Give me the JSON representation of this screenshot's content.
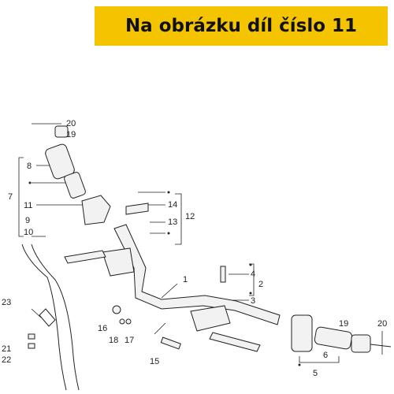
{
  "banner": {
    "text": "Na obrázku díl číslo 11",
    "color": "#f5c400"
  },
  "labels": {
    "l20a": "20",
    "l19a": "19",
    "l8": "8",
    "l7": "7",
    "l11": "11",
    "l9": "9",
    "l10": "10",
    "l14": "14",
    "l12": "12",
    "l13": "13",
    "l1": "1",
    "l4": "4",
    "l2": "2",
    "l3": "3",
    "l23": "23",
    "l16": "16",
    "l18": "18",
    "l17": "17",
    "l21": "21",
    "l22": "22",
    "l15": "15",
    "l19b": "19",
    "l20b": "20",
    "l6": "6",
    "l5": "5"
  }
}
